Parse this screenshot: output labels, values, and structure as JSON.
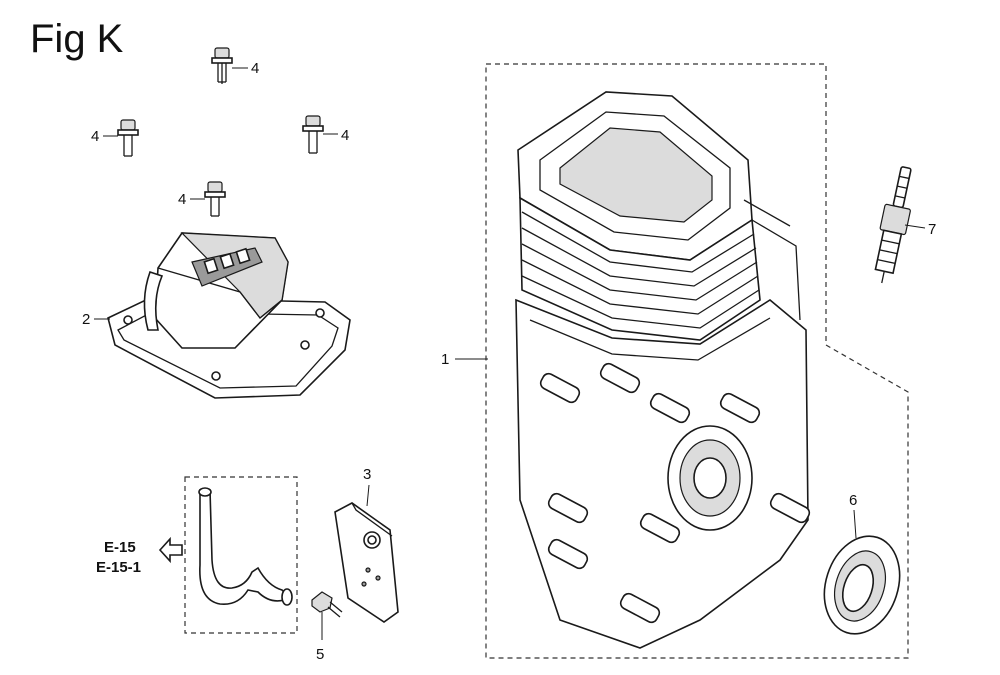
{
  "figure": {
    "title": "Fig K"
  },
  "callouts": {
    "p1": "1",
    "p2": "2",
    "p3": "3",
    "p4a": "4",
    "p4b": "4",
    "p4c": "4",
    "p4d": "4",
    "p5": "5",
    "p6": "6",
    "p7": "7"
  },
  "references": {
    "ref_a": "E-15",
    "ref_b": "E-15-1"
  },
  "icons": {
    "reference_arrow": "hollow-left-arrow-icon"
  },
  "colors": {
    "line": "#1a1a1a",
    "background": "#ffffff"
  }
}
